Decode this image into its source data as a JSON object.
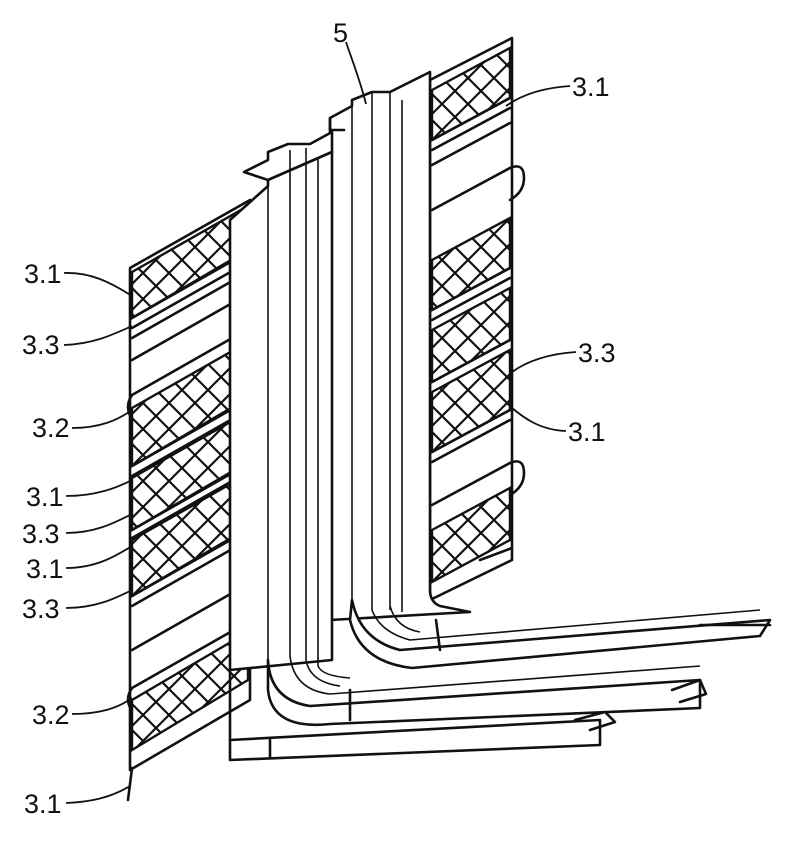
{
  "figure": {
    "callouts": {
      "profile": "5",
      "right_upper": "3.1",
      "left_1": "3.1",
      "left_2": "3.3",
      "left_3": "3.2",
      "right_mid_1": "3.3",
      "right_mid_2": "3.1",
      "left_4": "3.1",
      "left_5": "3.3",
      "left_6": "3.1",
      "left_7": "3.3",
      "left_8": "3.2",
      "left_9": "3.1"
    }
  }
}
